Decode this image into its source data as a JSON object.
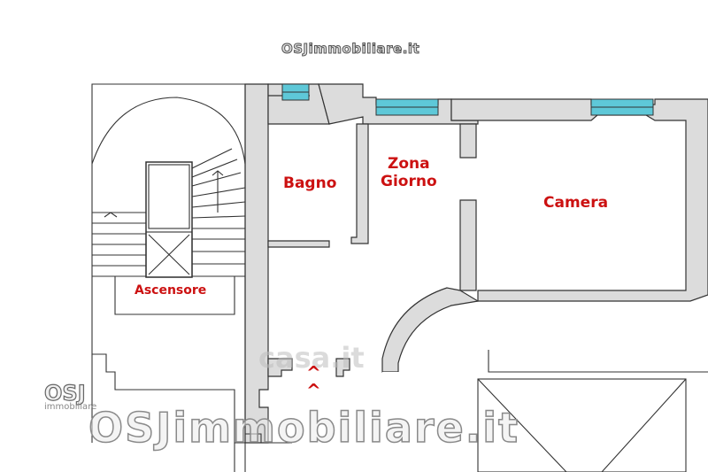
{
  "rooms": {
    "bagno": "Bagno",
    "zona_giorno_1": "Zona",
    "zona_giorno_2": "Giorno",
    "camera": "Camera",
    "ascensore": "Ascensore"
  },
  "entrance_arrows": [
    "^",
    "^"
  ],
  "watermarks": {
    "top": "OSJimmobiliare.it",
    "bottom": "OSJimmobiliare.it",
    "logo_mark": "OSJ",
    "logo_sub": "immobiliare",
    "casa": "casa.it"
  },
  "colors": {
    "wall_fill": "#dcdcdc",
    "wall_stroke": "#333333",
    "label_red": "#cc1111",
    "window": "#5ec8d8"
  }
}
